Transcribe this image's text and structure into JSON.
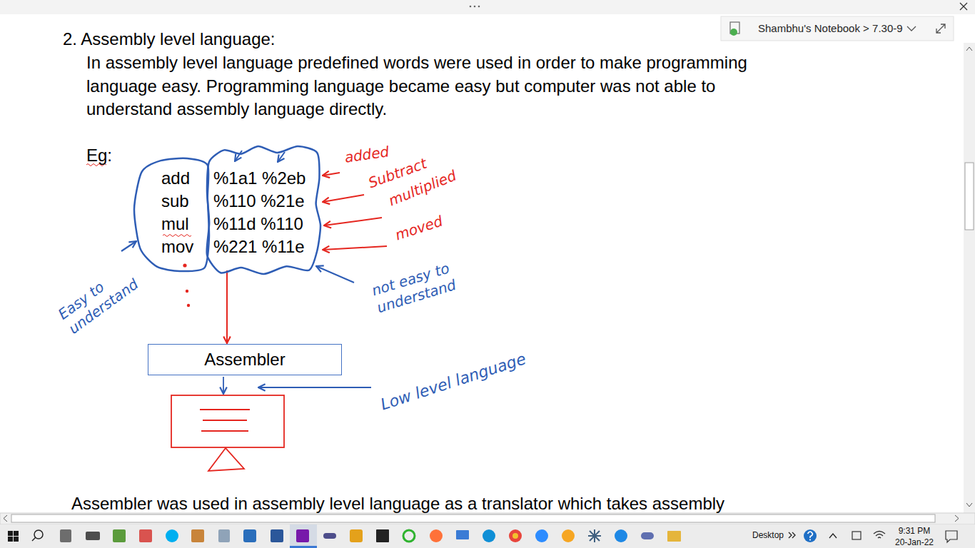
{
  "diagram": {
    "title": "2. Assembly level language:",
    "nodes": [
      {
        "text": [
          "add",
          "sub",
          "mul",
          "mov"
        ]
      },
      {
        "text": [
          "%1a1 %2eb",
          "%110 %21e",
          "%11d %110",
          "%221 %11e"
        ]
      },
      {
        "text": [
          "Assembler"
        ]
      }
    ],
    "edges": [
      {
        "from": 1,
        "to": 2,
        "arrow": "to"
      }
    ],
    "labels": [
      "Shambhu's Notebook > 7.30-9",
      "In assembly level language predefined words were used in order to make programming language easy. Programming language became easy but computer was not able to understand assembly language directly.",
      "Eg:",
      "added",
      "Subtract",
      "multiplied",
      "moved",
      "Easy to understand",
      "not easy to understand",
      "Low level language",
      "Assembler was used in assembly level language as a translator which takes assembly",
      "Desktop",
      "9:31 PM",
      "20-Jan-22"
    ]
  }
}
